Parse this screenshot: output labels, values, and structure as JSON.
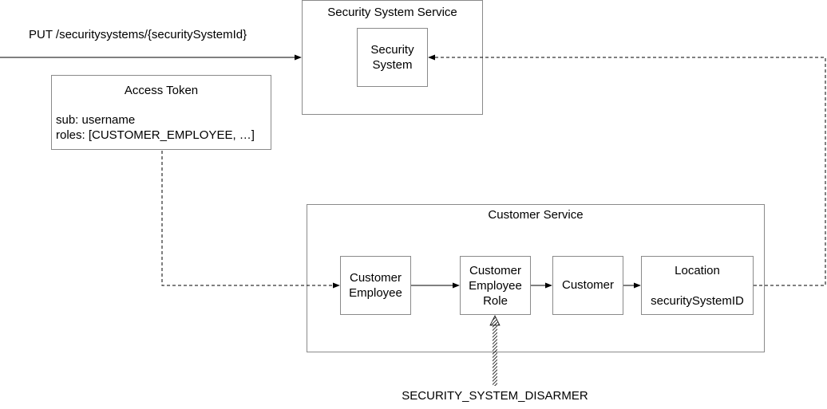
{
  "request": {
    "label": "PUT /securitysystems/{securitySystemId}"
  },
  "security_system_service": {
    "title": "Security System Service",
    "inner_line1": "Security",
    "inner_line2": "System"
  },
  "access_token": {
    "title": "Access Token",
    "line1": "sub: username",
    "line2": "roles: [CUSTOMER_EMPLOYEE, …]"
  },
  "customer_service": {
    "title": "Customer Service",
    "customer_employee_line1": "Customer",
    "customer_employee_line2": "Employee",
    "role_line1": "Customer",
    "role_line2": "Employee",
    "role_line3": "Role",
    "customer": "Customer",
    "location_title": "Location",
    "location_field": "securitySystemID"
  },
  "role_value": {
    "label": "SECURITY_SYSTEM_DISARMER"
  },
  "colors": {
    "border": "#8a8a8a",
    "line": "#000000"
  }
}
